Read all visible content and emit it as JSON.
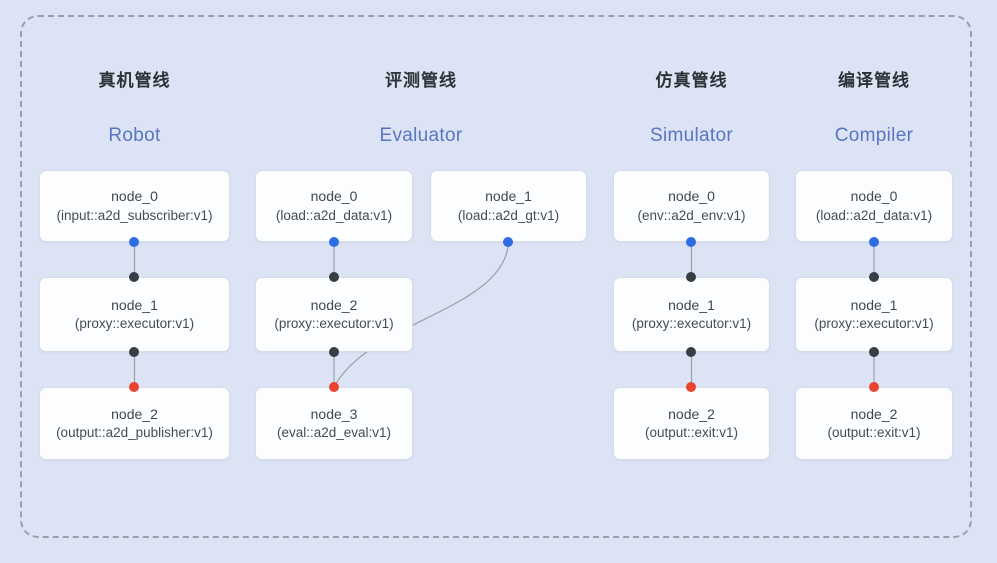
{
  "diagram": {
    "background_color": "#dce3f4",
    "frame_border_color": "#99a0ac",
    "edge_color": "#9aa0a8",
    "accent_blue": "#5a75c2",
    "dot_colors": {
      "input_port": "#2e6ce3",
      "internal_port": "#383d44",
      "output_port": "#e8432e"
    }
  },
  "pipelines": [
    {
      "title_zh": "真机管线",
      "title_en": "Robot",
      "nodes": [
        {
          "title": "node_0",
          "subtitle": "(input::a2d_subscriber:v1)"
        },
        {
          "title": "node_1",
          "subtitle": "(proxy::executor:v1)"
        },
        {
          "title": "node_2",
          "subtitle": "(output::a2d_publisher:v1)"
        }
      ]
    },
    {
      "title_zh": "评测管线",
      "title_en": "Evaluator",
      "nodes": [
        {
          "title": "node_0",
          "subtitle": "(load::a2d_data:v1)"
        },
        {
          "title": "node_1",
          "subtitle": "(load::a2d_gt:v1)"
        },
        {
          "title": "node_2",
          "subtitle": "(proxy::executor:v1)"
        },
        {
          "title": "node_3",
          "subtitle": "(eval::a2d_eval:v1)"
        }
      ]
    },
    {
      "title_zh": "仿真管线",
      "title_en": "Simulator",
      "nodes": [
        {
          "title": "node_0",
          "subtitle": "(env::a2d_env:v1)"
        },
        {
          "title": "node_1",
          "subtitle": "(proxy::executor:v1)"
        },
        {
          "title": "node_2",
          "subtitle": "(output::exit:v1)"
        }
      ]
    },
    {
      "title_zh": "编译管线",
      "title_en": "Compiler",
      "nodes": [
        {
          "title": "node_0",
          "subtitle": "(load::a2d_data:v1)"
        },
        {
          "title": "node_1",
          "subtitle": "(proxy::executor:v1)"
        },
        {
          "title": "node_2",
          "subtitle": "(output::exit:v1)"
        }
      ]
    }
  ]
}
